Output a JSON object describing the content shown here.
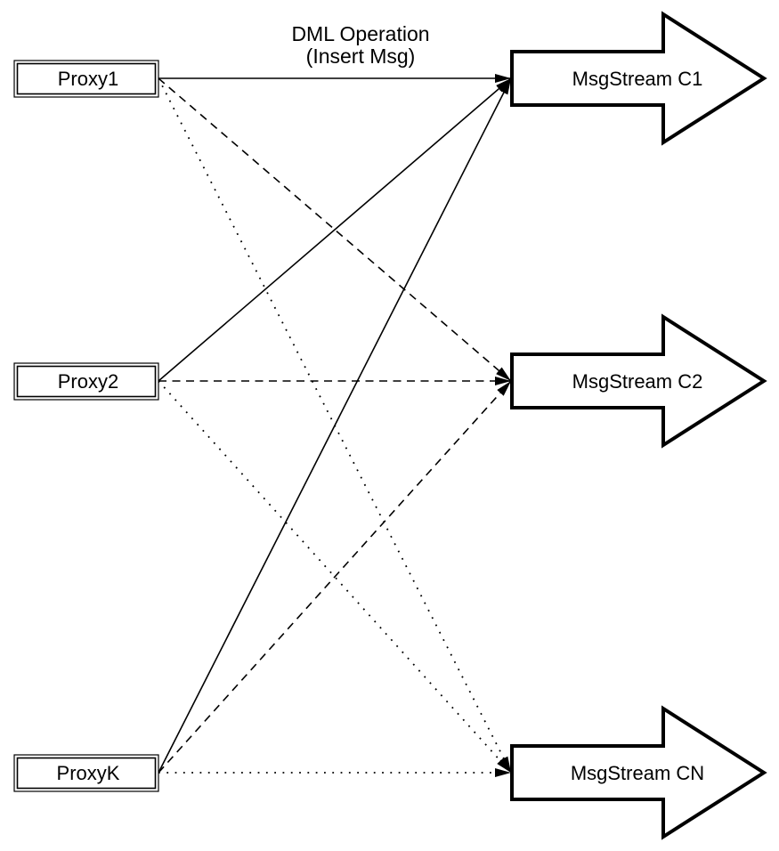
{
  "diagram": {
    "title_line1": "DML Operation",
    "title_line2": "(Insert Msg)",
    "proxies": [
      {
        "label": "Proxy1"
      },
      {
        "label": "Proxy2"
      },
      {
        "label": "ProxyK"
      }
    ],
    "streams": [
      {
        "label": "MsgStream C1"
      },
      {
        "label": "MsgStream C2"
      },
      {
        "label": "MsgStream CN"
      }
    ],
    "edges": [
      {
        "from": "Proxy1",
        "to": "MsgStream C1",
        "style": "solid"
      },
      {
        "from": "Proxy1",
        "to": "MsgStream C2",
        "style": "dashed"
      },
      {
        "from": "Proxy1",
        "to": "MsgStream CN",
        "style": "dotted"
      },
      {
        "from": "Proxy2",
        "to": "MsgStream C1",
        "style": "solid"
      },
      {
        "from": "Proxy2",
        "to": "MsgStream C2",
        "style": "dashed"
      },
      {
        "from": "Proxy2",
        "to": "MsgStream CN",
        "style": "dotted"
      },
      {
        "from": "ProxyK",
        "to": "MsgStream C1",
        "style": "solid"
      },
      {
        "from": "ProxyK",
        "to": "MsgStream C2",
        "style": "dashed"
      },
      {
        "from": "ProxyK",
        "to": "MsgStream CN",
        "style": "dotted"
      }
    ],
    "colors": {
      "stroke": "#000000",
      "background": "#ffffff"
    }
  }
}
